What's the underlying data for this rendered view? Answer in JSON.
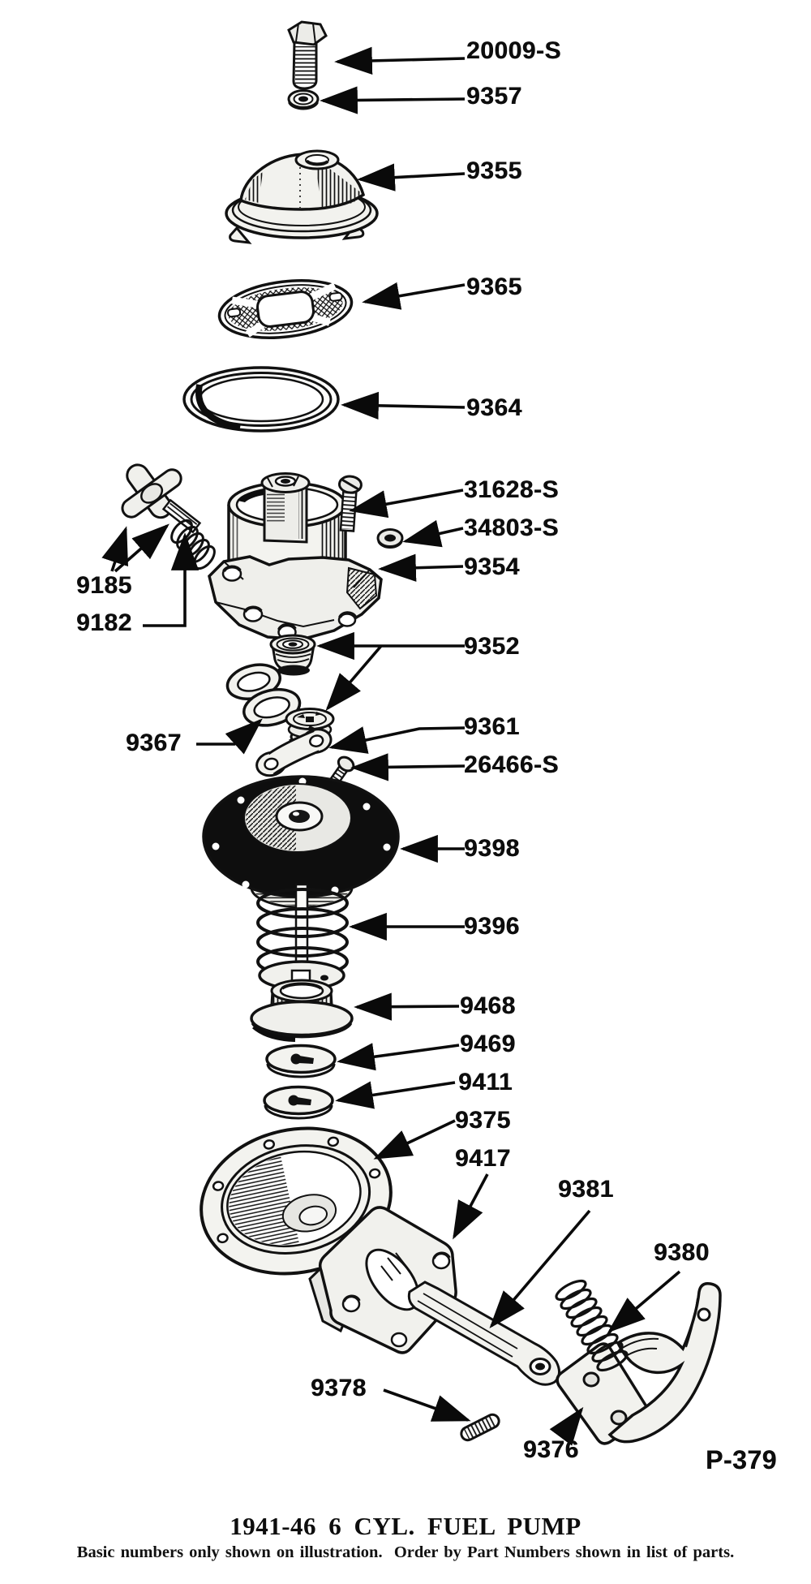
{
  "figure": {
    "title": "1941-46 6 CYL. FUEL PUMP",
    "note": "Basic numbers only shown on illustration.  Order by Part Numbers shown in list of parts.",
    "plate_code": "P-379"
  },
  "labels": {
    "p20009s": "20009-S",
    "p9357": "9357",
    "p9355": "9355",
    "p9365": "9365",
    "p9364": "9364",
    "p31628s": "31628-S",
    "p34803s": "34803-S",
    "p9354": "9354",
    "p9185": "9185",
    "p9182": "9182",
    "p9352": "9352",
    "p9367": "9367",
    "p9361": "9361",
    "p26466s": "26466-S",
    "p9398": "9398",
    "p9396": "9396",
    "p9468": "9468",
    "p9469": "9469",
    "p9411": "9411",
    "p9375": "9375",
    "p9417": "9417",
    "p9381": "9381",
    "p9380": "9380",
    "p9378": "9378",
    "p9376": "9376"
  }
}
